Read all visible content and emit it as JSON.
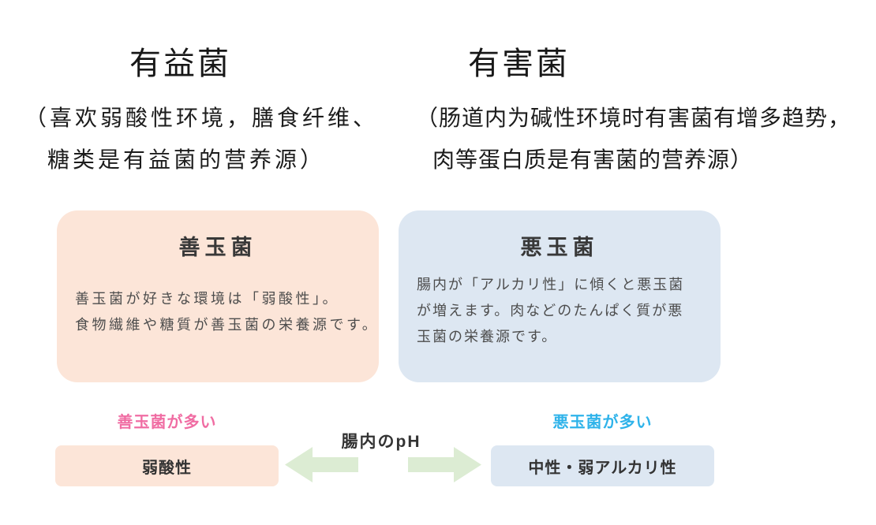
{
  "colors": {
    "good_bg": "#fce5d8",
    "bad_bg": "#dde7f2",
    "good_tag_text": "#f06da3",
    "bad_tag_text": "#2fb3ea",
    "arrow_green": "#dcecd3",
    "dark_text": "#333333"
  },
  "header": {
    "good": {
      "title": "有益菌",
      "lines": [
        "（喜欢弱酸性环境，膳食纤维、",
        "糖类是有益菌的营养源）"
      ]
    },
    "bad": {
      "title": "有害菌",
      "lines": [
        "（肠道内为碱性环境时有害菌有增多趋势，",
        "肉等蛋白质是有害菌的营养源）"
      ]
    }
  },
  "cards": {
    "good": {
      "title": "善玉菌",
      "body_lines": [
        "善玉菌が好きな環境は「弱酸性」。",
        "食物繊維や糖質が善玉菌の栄養源です。"
      ]
    },
    "bad": {
      "title": "悪玉菌",
      "body_lines": [
        "腸内が「アルカリ性」に傾くと悪玉菌",
        "が増えます。肉などのたんぱく質が悪",
        "玉菌の栄養源です。"
      ]
    }
  },
  "ph_scale": {
    "axis_label": "腸内のpH",
    "good": {
      "tag": "善玉菌が多い",
      "box": "弱酸性"
    },
    "bad": {
      "tag": "悪玉菌が多い",
      "box": "中性・弱アルカリ性"
    }
  }
}
